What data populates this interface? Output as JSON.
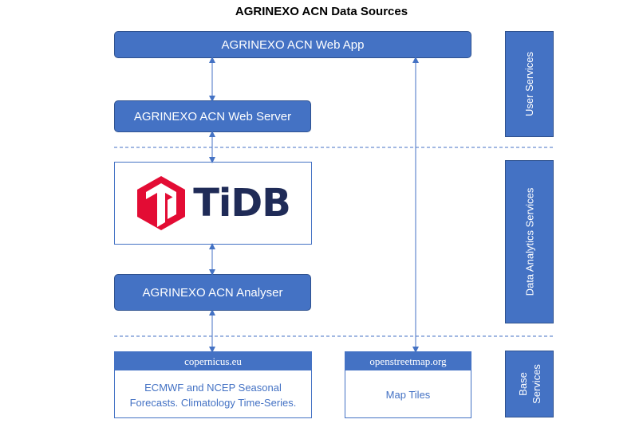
{
  "title": "AGRINEXO ACN Data Sources",
  "boxes": {
    "web_app": "AGRINEXO ACN Web App",
    "web_server": "AGRINEXO ACN Web Server",
    "analyser": "AGRINEXO ACN Analyser",
    "tidb_logo": "TiDB"
  },
  "base": {
    "copernicus": {
      "header": "copernicus.eu",
      "line1": "ECMWF and NCEP Seasonal",
      "line2": "Forecasts. Climatology Time-Series."
    },
    "osm": {
      "header": "openstreetmap.org",
      "body": "Map Tiles"
    }
  },
  "layers": {
    "user": "User Services",
    "analytics": "Data Analytics Services",
    "base_line1": "Base",
    "base_line2": "Services"
  },
  "colors": {
    "accent": "#4472c4",
    "border": "#2f528f",
    "tidb_red": "#e30c34",
    "tidb_text": "#1f2b57"
  }
}
